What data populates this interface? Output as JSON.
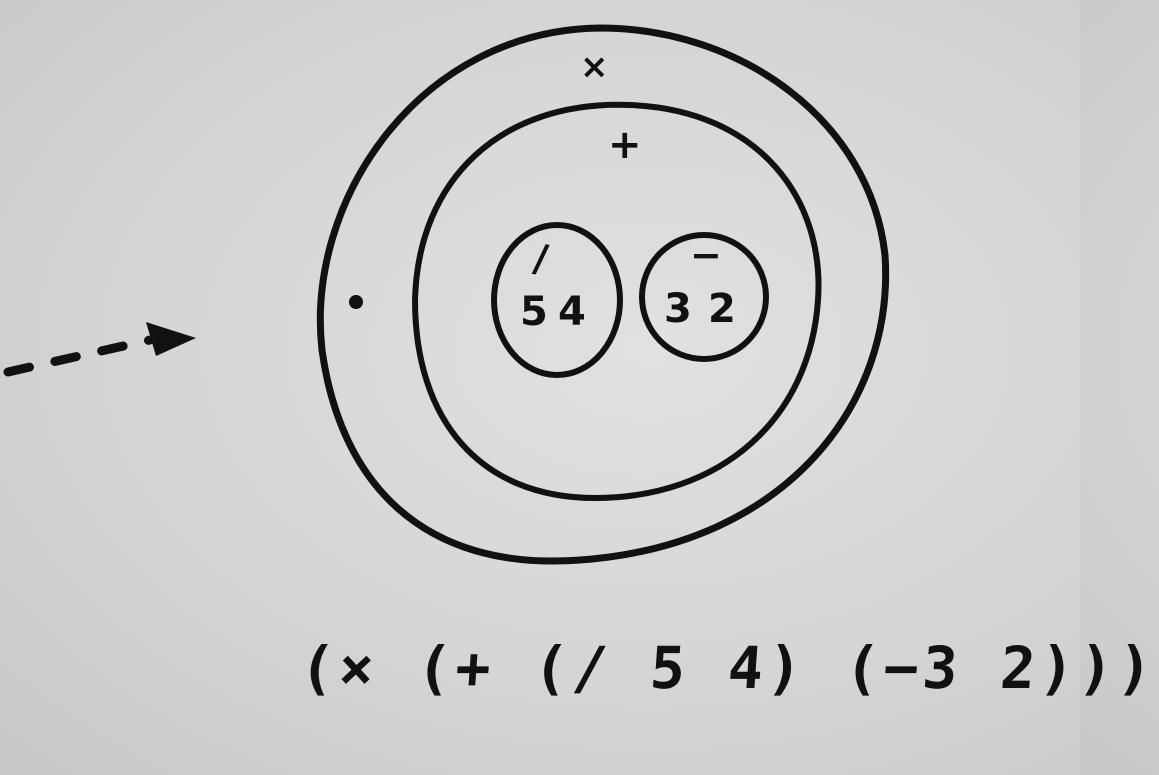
{
  "diagram": {
    "outer_circle": {
      "operator": "×"
    },
    "middle_circle": {
      "operator": "+"
    },
    "left_inner_circle": {
      "operator": "/",
      "operands": [
        "5",
        "4"
      ]
    },
    "right_inner_circle": {
      "operator": "−",
      "operands": [
        "3",
        "2"
      ]
    }
  },
  "expression": "(× (+ (/ 5 4) (−3 2)))",
  "colors": {
    "ink": "#111111",
    "paper": "#d6d4d6"
  }
}
